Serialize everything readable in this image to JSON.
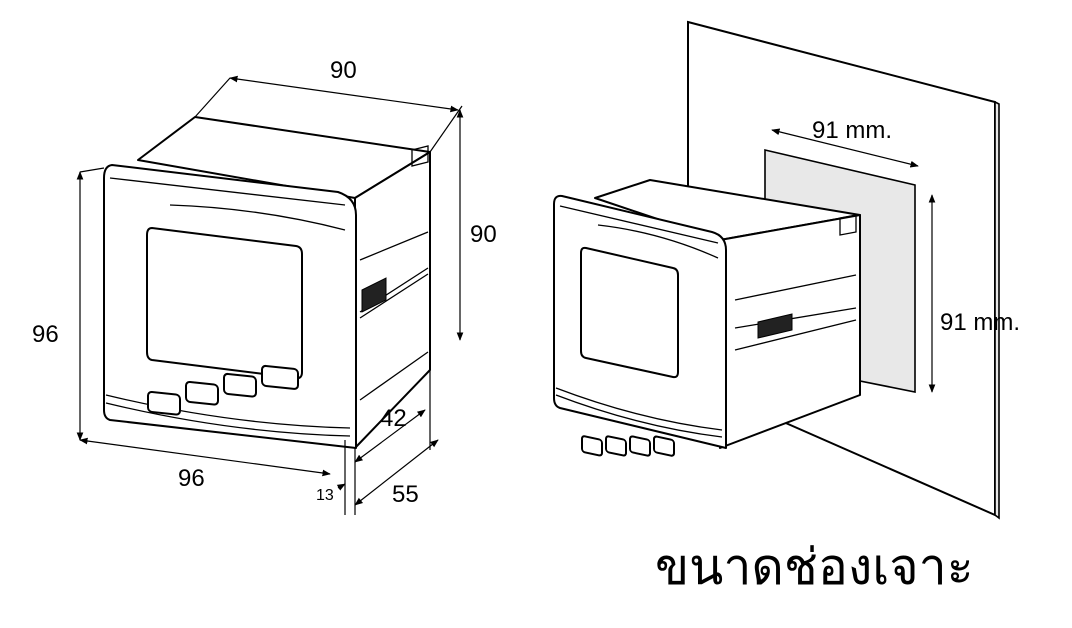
{
  "dimensions": {
    "top_depth": "90",
    "right_height": "90",
    "front_height": "96",
    "front_width": "96",
    "depth_behind_panel": "42",
    "total_depth": "55",
    "bezel_depth": "13"
  },
  "cutout": {
    "width": "91 mm.",
    "height": "91 mm."
  },
  "caption": "ขนาดช่องเจาะ"
}
